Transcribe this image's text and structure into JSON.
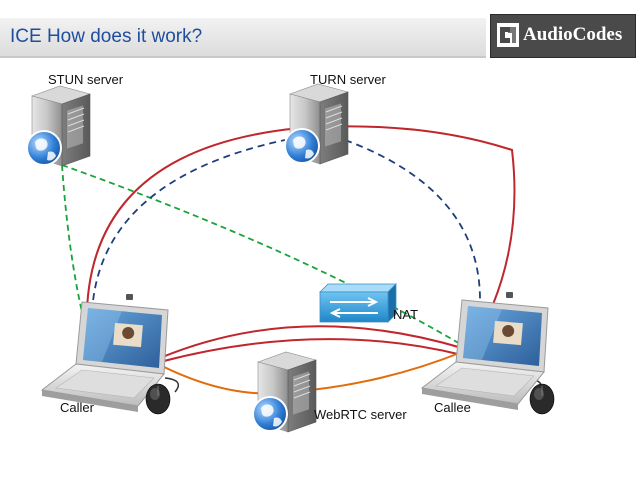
{
  "header": {
    "title": "ICE How does it work?",
    "logo_text": "AudioCodes"
  },
  "nodes": {
    "stun_server": "STUN server",
    "turn_server": "TURN server",
    "caller": "Caller",
    "callee": "Callee",
    "webrtc_server": "WebRTC server",
    "nat": "NAT"
  },
  "colors": {
    "title_text": "#1f4e9c",
    "media_path": "#c0272d",
    "signaling_path": "#e36c0a",
    "stun_binding": "#19a33c",
    "turn_binding": "#1f3f7a"
  }
}
